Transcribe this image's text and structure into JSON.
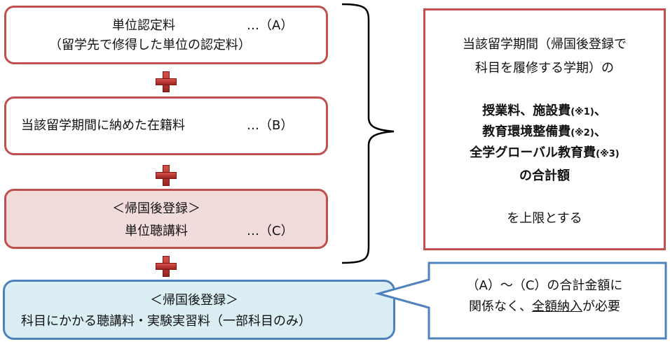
{
  "box_a": {
    "title": "単位認定料",
    "tag": "…（A）",
    "sub": "（留学先で修得した単位の認定料）"
  },
  "box_b": {
    "title": "当該留学期間に納めた在籍料",
    "tag": "…（B）"
  },
  "box_c": {
    "header": "＜帰国後登録＞",
    "title": "単位聴講料",
    "tag": "…（C）"
  },
  "box_d": {
    "header": "＜帰国後登録＞",
    "title": "科目にかかる聴講料・実験実習料（一部科目のみ）"
  },
  "limit_box": {
    "line1": "当該留学期間（帰国後登録で",
    "line2": "科目を履修する学期）の",
    "fee1": "授業料、施設費",
    "note1": "(※1)",
    "tail1": "、",
    "fee2": "教育環境整備費",
    "note2": "(※2)",
    "tail2": "、",
    "fee3": "全学グローバル教育費",
    "note3": "(※3)",
    "total": "の合計額",
    "closing": "を上限とする"
  },
  "callout": {
    "line1": "（A）～（C）の合計金額に",
    "line2_pre": "関係なく、",
    "line2_under": "全額納入",
    "line2_post": "が必要"
  },
  "colors": {
    "red_border": "#c0504d",
    "pink_fill": "#f2dcdb",
    "blue_border": "#4f81bd",
    "blue_fill": "#dbeef4",
    "plus_red": "#b5302b"
  }
}
